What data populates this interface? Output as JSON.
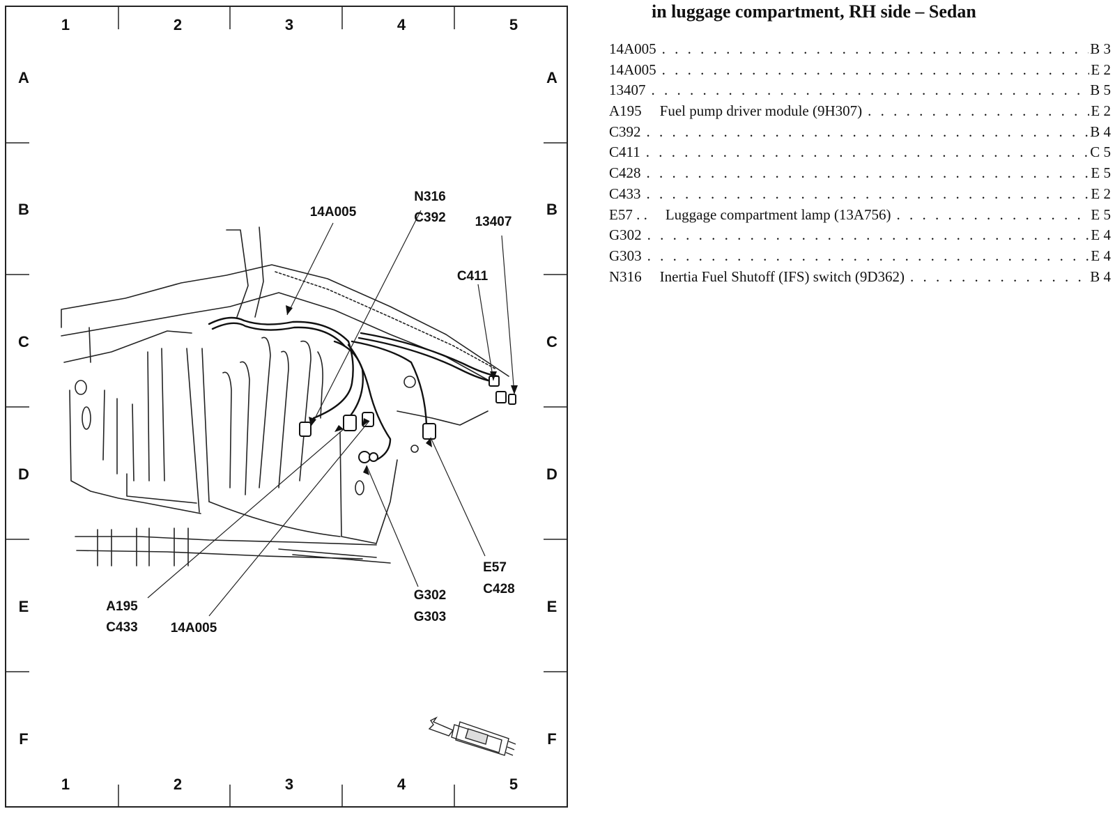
{
  "title": "in luggage compartment, RH side – Sedan",
  "grid": {
    "columns": [
      "1",
      "2",
      "3",
      "4",
      "5"
    ],
    "rows": [
      "A",
      "B",
      "C",
      "D",
      "E",
      "F"
    ]
  },
  "callouts": {
    "c_14a005_top": "14A005",
    "c_n316": "N316",
    "c_c392": "C392",
    "c_13407": "13407",
    "c_c411": "C411",
    "c_a195": "A195",
    "c_c433": "C433",
    "c_14a005_bottom": "14A005",
    "c_g302": "G302",
    "c_g303": "G303",
    "c_e57": "E57",
    "c_c428": "C428"
  },
  "legend": [
    {
      "code": "14A005",
      "description": "",
      "location": "B 3"
    },
    {
      "code": "14A005",
      "description": "",
      "location": "E 2"
    },
    {
      "code": "13407",
      "description": "",
      "location": "B 5"
    },
    {
      "code": "A195",
      "description": "Fuel pump driver module (9H307)",
      "location": "E 2"
    },
    {
      "code": "C392",
      "description": "",
      "location": "B 4"
    },
    {
      "code": "C411",
      "description": "",
      "location": "C 5"
    },
    {
      "code": "C428",
      "description": "",
      "location": "E 5"
    },
    {
      "code": "C433",
      "description": "",
      "location": "E 2"
    },
    {
      "code": "E57 . .",
      "description": "Luggage compartment lamp (13A756)",
      "location": "E 5"
    },
    {
      "code": "G302",
      "description": "",
      "location": "E 4"
    },
    {
      "code": "G303",
      "description": "",
      "location": "E 4"
    },
    {
      "code": "N316",
      "description": "Inertia Fuel Shutoff (IFS) switch (9D362)",
      "location": "B 4"
    }
  ]
}
